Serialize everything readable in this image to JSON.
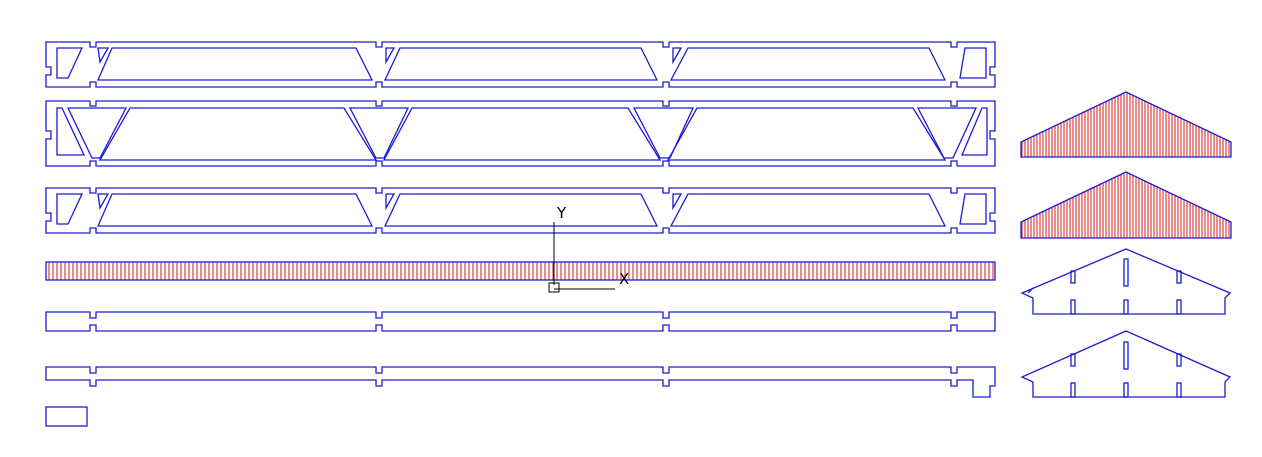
{
  "drawing": {
    "colors": {
      "outline": "#1c1cd0",
      "hatch": "#cc0000",
      "background": "#ffffff",
      "ucs": "#000000"
    },
    "ucs": {
      "x_label": "X",
      "y_label": "Y"
    },
    "parts": [
      {
        "name": "truss-beam-top",
        "kind": "truss-frame"
      },
      {
        "name": "truss-beam-large",
        "kind": "truss-frame"
      },
      {
        "name": "truss-beam-middle",
        "kind": "truss-frame"
      },
      {
        "name": "hatched-strip",
        "kind": "hatched-plank"
      },
      {
        "name": "plank-notched-1",
        "kind": "plank"
      },
      {
        "name": "plank-notched-2",
        "kind": "plank"
      },
      {
        "name": "small-rectangle",
        "kind": "block"
      },
      {
        "name": "gable-hatched-1",
        "kind": "gable"
      },
      {
        "name": "gable-hatched-2",
        "kind": "gable"
      },
      {
        "name": "gable-slotted-1",
        "kind": "gable"
      },
      {
        "name": "gable-slotted-2",
        "kind": "gable"
      }
    ]
  }
}
